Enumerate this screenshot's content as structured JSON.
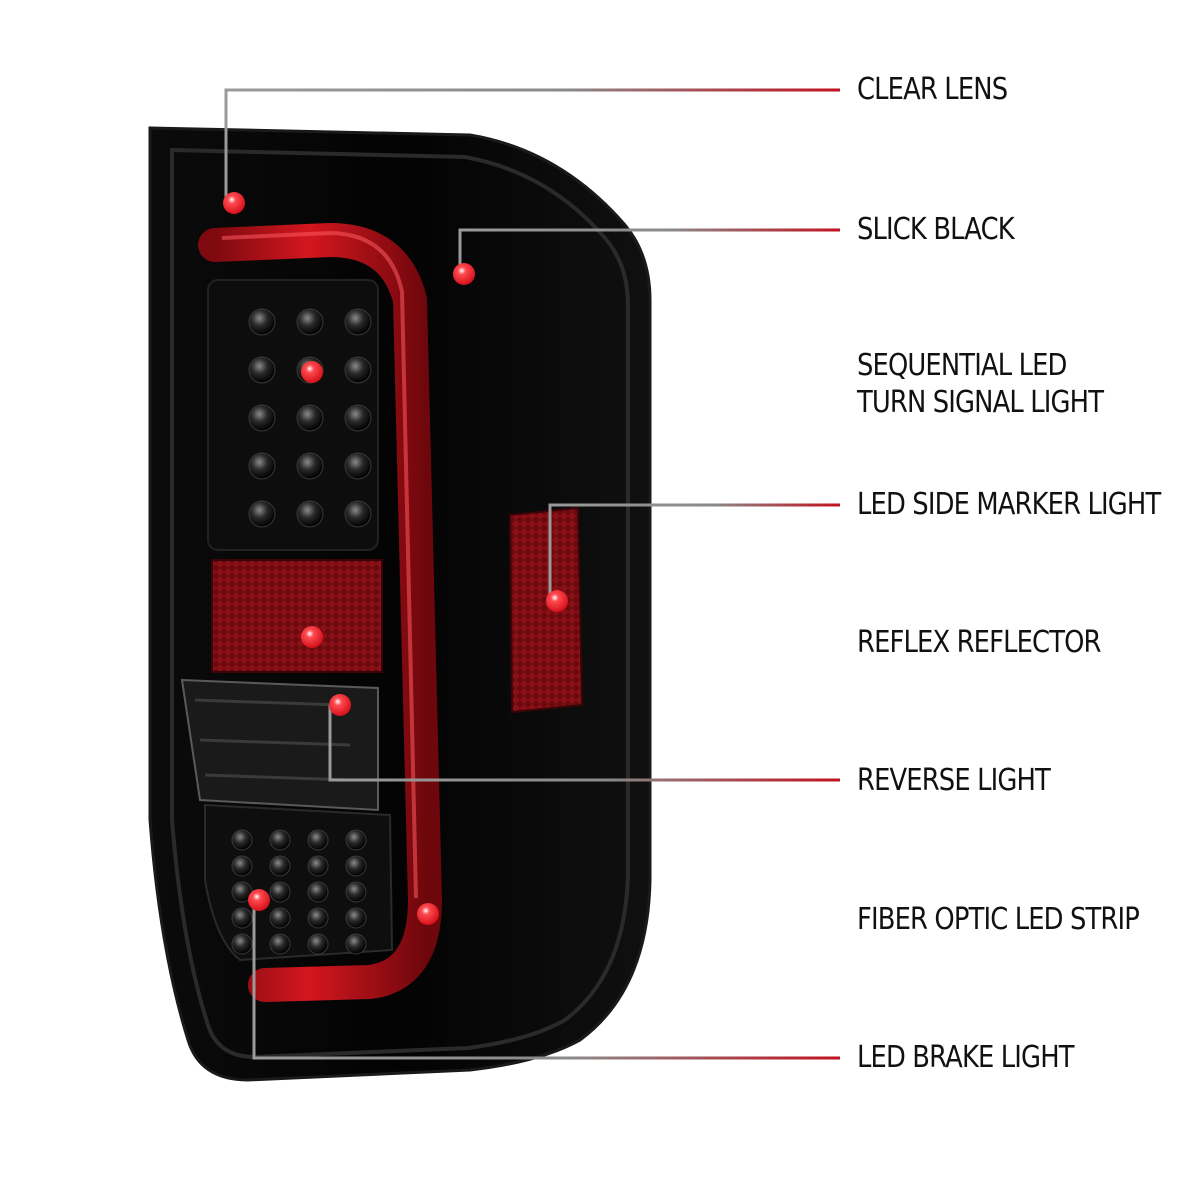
{
  "callouts": [
    {
      "id": "clear-lens",
      "lines": [
        "CLEAR LENS"
      ]
    },
    {
      "id": "slick-black",
      "lines": [
        "SLICK BLACK"
      ]
    },
    {
      "id": "sequential-led",
      "lines": [
        "SEQUENTIAL LED",
        "TURN SIGNAL LIGHT"
      ]
    },
    {
      "id": "side-marker",
      "lines": [
        "LED SIDE MARKER LIGHT"
      ]
    },
    {
      "id": "reflex-reflector",
      "lines": [
        "REFLEX REFLECTOR"
      ]
    },
    {
      "id": "reverse-light",
      "lines": [
        "REVERSE LIGHT"
      ]
    },
    {
      "id": "fiber-optic",
      "lines": [
        "FIBER OPTIC LED STRIP"
      ]
    },
    {
      "id": "brake-light",
      "lines": [
        "LED BRAKE LIGHT"
      ]
    }
  ],
  "colors": {
    "leader_start": "#9a9a9a",
    "leader_end": "#c1121f",
    "marker_dot": "#e8101c",
    "housing": "#050505",
    "fiber_strip": "#c2121a",
    "reflector": "#7a0a10"
  }
}
